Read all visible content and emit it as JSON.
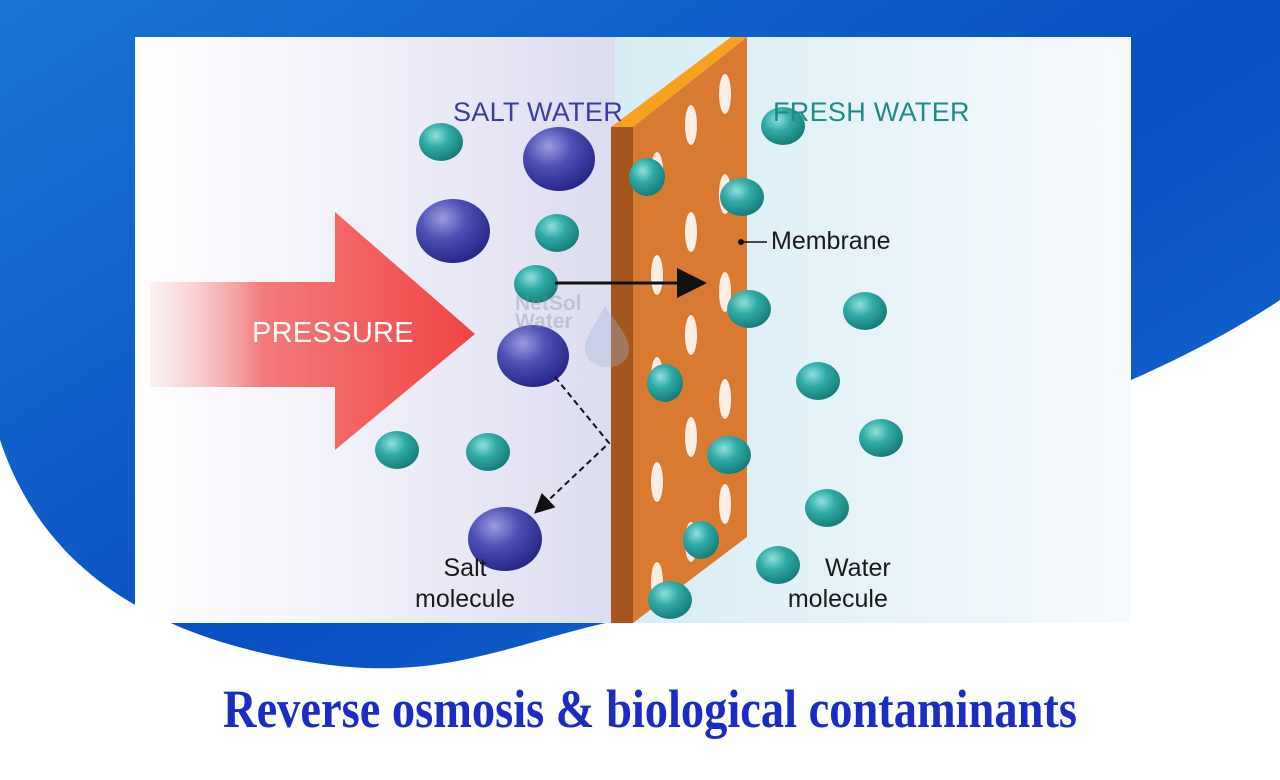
{
  "labels": {
    "salt_water": "SALT WATER",
    "fresh_water": "FRESH WATER",
    "membrane": "Membrane",
    "pressure": "PRESSURE",
    "salt_molecule_line1": "Salt",
    "salt_molecule_line2": "molecule",
    "water_molecule_line1": "Water",
    "water_molecule_line2": "molecule"
  },
  "caption": "Reverse osmosis & biological contaminants",
  "watermark": {
    "line1": "NetSol",
    "line2": "Water"
  },
  "colors": {
    "salt_label": "#3a3d9e",
    "fresh_label": "#1f8a86",
    "caption": "#1b2bc4",
    "background_blue": "#0a5cc8",
    "membrane_face": "#d97a32",
    "membrane_top": "#f5a020",
    "pressure_arrow": "#f04a4a",
    "water_molecule": "#2eaaa6",
    "salt_molecule": "#4a4cb0"
  }
}
